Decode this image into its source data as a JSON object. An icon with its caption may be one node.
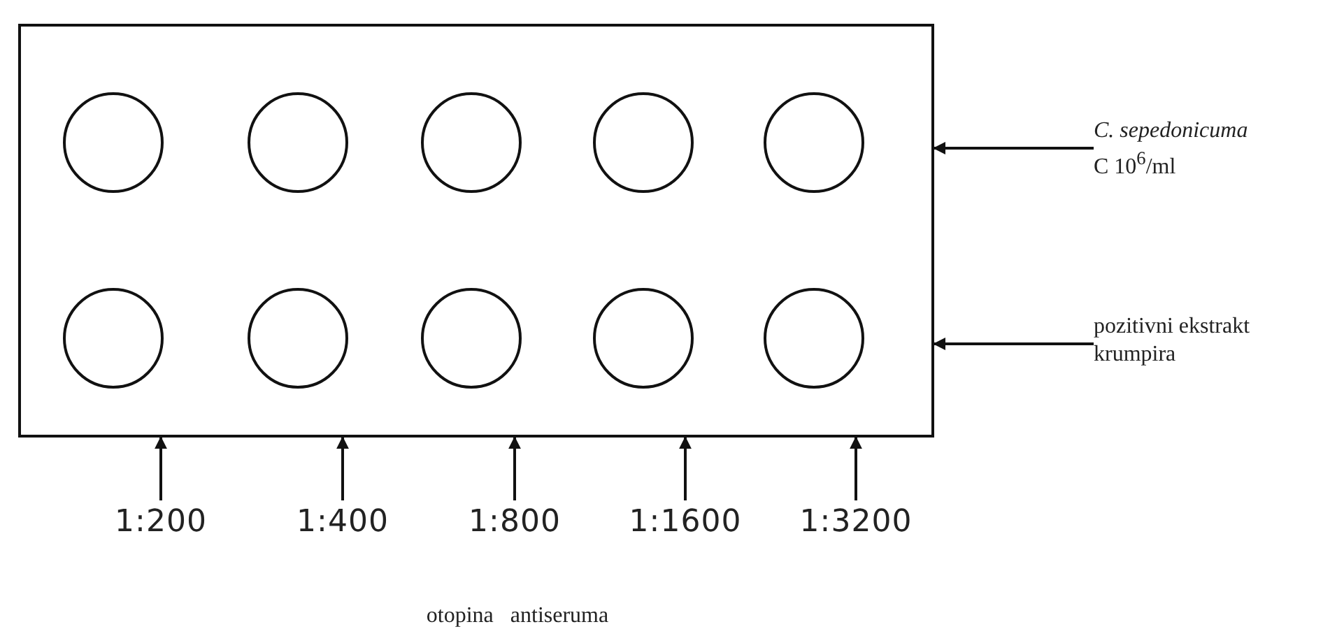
{
  "diagram": {
    "nodes": [
      {
        "text": [],
        "shape": "box"
      },
      {
        "text": [],
        "shape": "circle",
        "in": 0
      },
      {
        "text": [],
        "shape": "circle",
        "in": 0
      },
      {
        "text": [],
        "shape": "circle",
        "in": 0
      },
      {
        "text": [],
        "shape": "circle",
        "in": 0
      },
      {
        "text": [],
        "shape": "circle",
        "in": 0
      },
      {
        "text": [],
        "shape": "circle",
        "in": 0
      },
      {
        "text": [],
        "shape": "circle",
        "in": 0
      },
      {
        "text": [],
        "shape": "circle",
        "in": 0
      },
      {
        "text": [],
        "shape": "circle",
        "in": 0
      },
      {
        "text": [],
        "shape": "circle",
        "in": 0
      },
      {
        "text": [
          "*C. sepedonicuma* C 10$^{6}$/ml"
        ]
      },
      {
        "text": [
          "pozitivni ekstrakt krumpira"
        ]
      },
      {
        "text": [
          "1:200"
        ]
      },
      {
        "text": [
          "1:400"
        ]
      },
      {
        "text": [
          "1:800"
        ]
      },
      {
        "text": [
          "1:1600"
        ]
      },
      {
        "text": [
          "1:3200"
        ]
      }
    ],
    "edges": [
      {
        "from": 11,
        "to": 0,
        "arrow": "to"
      },
      {
        "from": 12,
        "to": 0,
        "arrow": "to"
      },
      {
        "from": 13,
        "to": 0,
        "arrow": "to"
      },
      {
        "from": 14,
        "to": 0,
        "arrow": "to"
      },
      {
        "from": 15,
        "to": 0,
        "arrow": "to"
      },
      {
        "from": 16,
        "to": 0,
        "arrow": "to"
      },
      {
        "from": 17,
        "to": 0,
        "arrow": "to"
      }
    ],
    "labels": [
      "otopina antiseruma"
    ]
  }
}
